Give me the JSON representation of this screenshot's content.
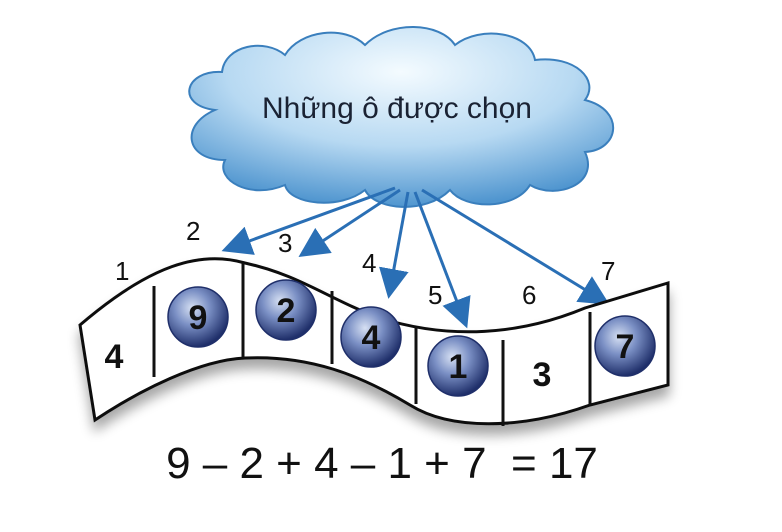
{
  "cloud_label": "Những ô được chọn",
  "cells": [
    {
      "index": "1",
      "value": "4",
      "selected": false
    },
    {
      "index": "2",
      "value": "9",
      "selected": true
    },
    {
      "index": "3",
      "value": "2",
      "selected": true
    },
    {
      "index": "4",
      "value": "4",
      "selected": true
    },
    {
      "index": "5",
      "value": "1",
      "selected": true
    },
    {
      "index": "6",
      "value": "3",
      "selected": false
    },
    {
      "index": "7",
      "value": "7",
      "selected": true
    }
  ],
  "equation": "9 – 2 + 4 – 1 + 7  = 17",
  "colors": {
    "cloud_light": "#e8f4fc",
    "cloud_dark": "#4f95cf",
    "arrow": "#2a6fb5",
    "ball_dark": "#1f2f6a",
    "ball_light": "#c9d6ee"
  }
}
